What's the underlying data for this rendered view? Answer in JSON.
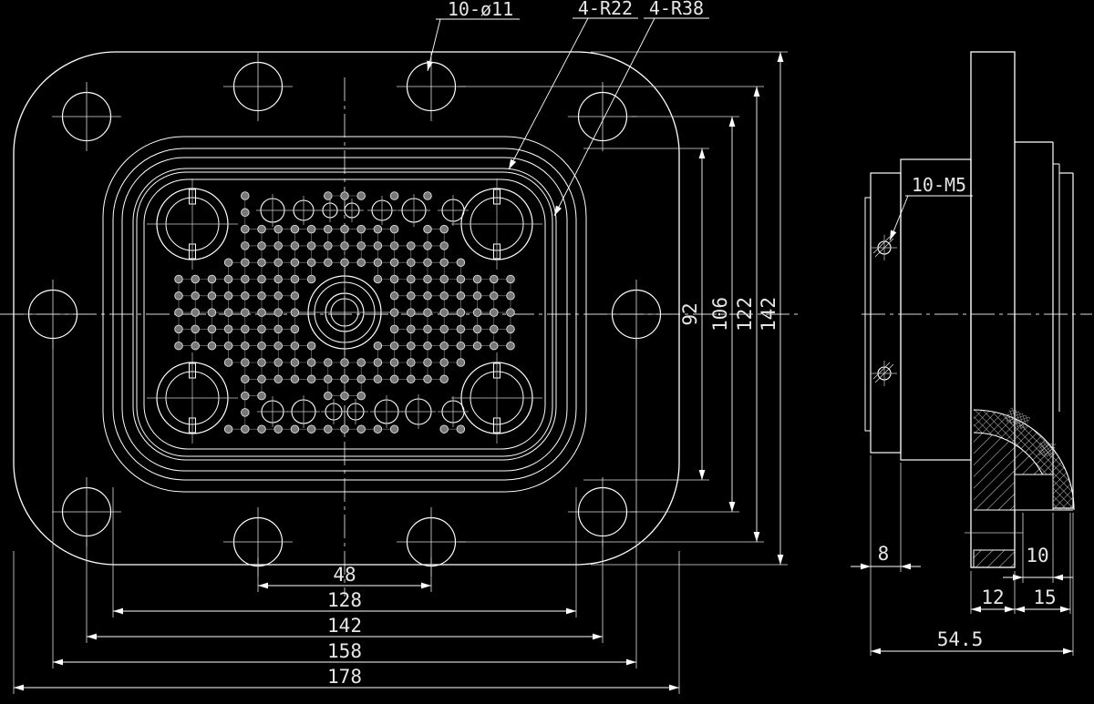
{
  "title": "Rectangular connector flange - engineering drawing",
  "colors": {
    "background": "#000000",
    "line": "#ffffff",
    "text": "#e6e6e6"
  },
  "labels": {
    "mount_holes": "10-ø11",
    "insert_corner_radius": "4-R22",
    "flange_corner_radius": "4-R38",
    "thread_holes": "10-M5"
  },
  "front_view": {
    "width_dims": [
      "48",
      "128",
      "142",
      "158",
      "178"
    ],
    "height_dims": [
      "92",
      "106",
      "122",
      "142"
    ]
  },
  "side_view": {
    "plate_thickness": "8",
    "flange_thickness": "12",
    "boss_length": "15",
    "step": "10",
    "overall_depth": "54.5"
  }
}
